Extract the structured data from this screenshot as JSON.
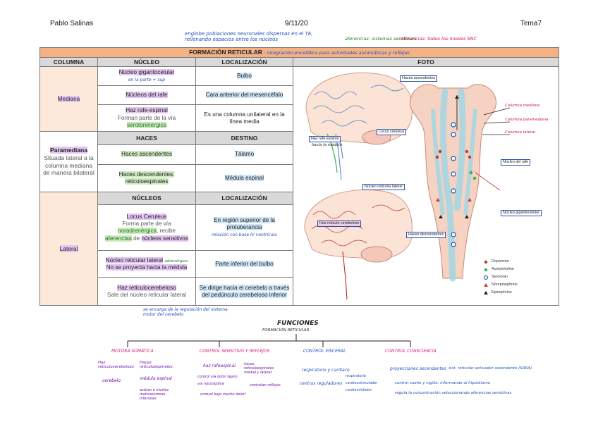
{
  "header": {
    "author": "Pablo Salinas",
    "date": "9/11/20",
    "topic": "Tema7"
  },
  "notes": {
    "top_center": "englobe poblaciones neuronales dispersas en el TE, rellenando espacios entre los núcleos",
    "aferencias": "aferencias: sistemas sensitivos",
    "eferencias": "eferencias: todos los niveles SNC",
    "title_note": "integración encefálica para actividades automáticas y reflejas",
    "title_note2": "vital"
  },
  "table": {
    "title": "FORMACIÓN RETICULAR",
    "headers": [
      "COLUMNA",
      "NÚCLEO",
      "LOCALIZACIÓN",
      "FOTO"
    ],
    "mediana": {
      "label": "Mediana",
      "rows": [
        {
          "n1": "Núcleo gigantocelular",
          "n2": "en la parte + sup",
          "loc": "Bulbo"
        },
        {
          "n1": "Núcleos del rafe",
          "loc": "Cara anterior del mesencéfalo"
        },
        {
          "n1": "Haz rafe-espinal",
          "n2": "Forman parte de la vía",
          "n3": "serotoninérgica",
          "loc": "Es una columna unilateral en la línea media"
        }
      ]
    },
    "paramediana": {
      "label": "Paramediana",
      "desc": "Situada lateral a la columna mediana de manera bilateral",
      "headers": [
        "HACES",
        "DESTINO"
      ],
      "rows": [
        {
          "h": "Haces ascendentes",
          "d": "Tálamo"
        },
        {
          "h": "Haces descendentes: reticuloespinales",
          "d": "Médula espinal"
        }
      ]
    },
    "lateral": {
      "label": "Lateral",
      "headers": [
        "NÚCLEOS",
        "LOCALIZACIÓN"
      ],
      "rows": [
        {
          "n1": "Locus Ceruleus",
          "n2": "Forma parte de vía",
          "n3": "noradrenérgica",
          "n4": ", recibe",
          "n5": "aferencias",
          "n6": " de ",
          "n7": "núcleos sensitivos",
          "loc": "En región superior de la protuberancia",
          "loc_note": "relación con base IV ventrículo"
        },
        {
          "n1": "Núcleo reticular lateral",
          "n1_note": "adrenérgico",
          "n2": "No se proyecta hacia la médula",
          "loc": "Parte inferior del bulbo"
        },
        {
          "n1": "Haz reticulocerebeloso",
          "n2": "Sale del núcleo reticular lateral",
          "loc": "Se dirige hacia el cerebelo a través del pedúnculo cerebeloso inferior"
        }
      ],
      "below_note": "se encarga de la regulación del sistema motor del cerebelo"
    }
  },
  "figure": {
    "labels": [
      "Haces ascendentes",
      "Locus ceruleus",
      "Haz rafe-espinal",
      "hacia la médula",
      "Núcleo reticular lateral",
      "Núcleo del rafe",
      "Haz reticulo cerebeloso",
      "Haces descendentes",
      "Núcleo gigantocelular"
    ],
    "hand_labels": [
      "Columna mediana",
      "Columna paramediana",
      "Columna lateral"
    ],
    "legend": [
      "Dopamine",
      "Acetylcholine",
      "Serotonin",
      "Norepinephrine",
      "Epinephrine"
    ],
    "colors": {
      "dopamine": "#c0392b",
      "acetylcholine": "#3fae49",
      "serotonin": "#2e6fbf",
      "norepinephrine": "#d23a2a",
      "epinephrine": "#222222"
    }
  },
  "functions": {
    "title": "FUNCIONES",
    "subtitle": "FORMACIÓN RETICULAR",
    "motora": {
      "title": "MOTORA SOMÁTICA",
      "a": "Haz reticulocerebeloso",
      "b": "Haces reticuloespinales",
      "a1": "cerebelo",
      "b1": "médula espinal",
      "b2": "actúan a niveles motoneuronas inferiores"
    },
    "sensitivo": {
      "title": "CONTROL SENSITIVO Y REFLEJOS",
      "a": "haz rafeespinal",
      "a1": "control vía dolor ligero",
      "a2": "vía nociceptiva",
      "a3": "umbral bajo mucho dolor!",
      "b": "haces reticuloespinales medial y lateral",
      "b1": "controlan reflejos"
    },
    "visceral": {
      "title": "CONTROL VISCERAL",
      "a": "respiratorio y cardiaco",
      "b": "centros reguladores",
      "b1": "respiratorio",
      "b2": "cardioestimulador",
      "b3": "cardioinhibidor"
    },
    "consciencia": {
      "title": "CONTROL CONSCIENCIA",
      "a": "proyecciones ascendentes",
      "a1": "sist. reticular activador ascendente (SARA)",
      "b": "control sueño y vigilia: informando al hipotálamo",
      "c": "regula la concentración seleccionando aferencias sensitivas"
    }
  }
}
